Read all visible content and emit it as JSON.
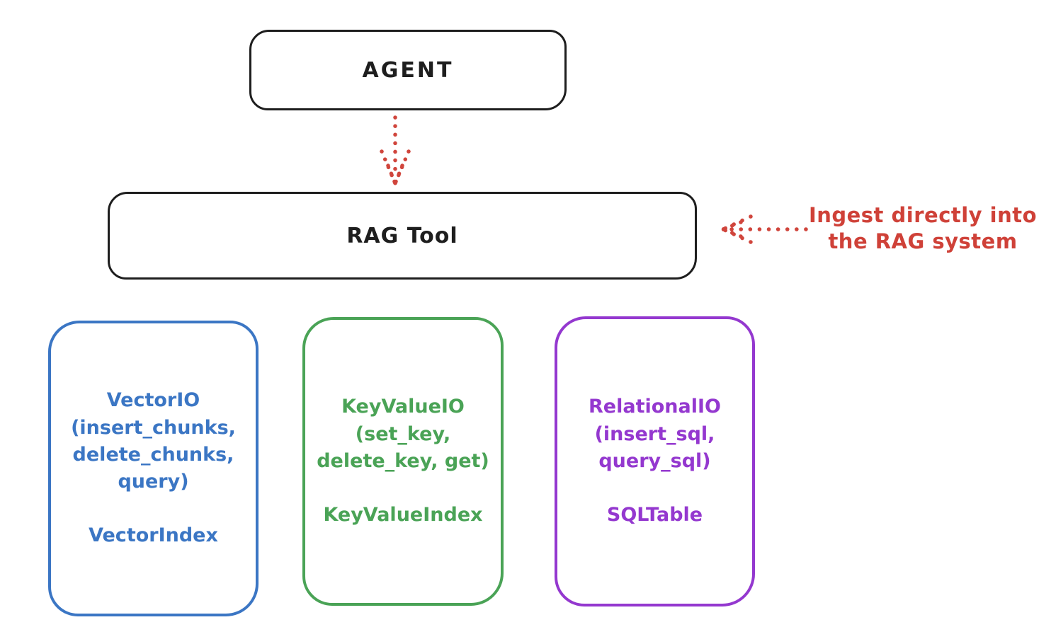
{
  "diagram": {
    "agent_box": {
      "label": "AGENT"
    },
    "rag_tool_box": {
      "label": "RAG Tool"
    },
    "annotation": {
      "line1": "Ingest directly into",
      "line2": "the RAG system",
      "color": "#cf4138"
    },
    "io_boxes": {
      "vector": {
        "color": "#3b76c4",
        "lines": [
          "VectorIO",
          "(insert_chunks,",
          "delete_chunks,",
          "query)"
        ],
        "index_label": "VectorIndex"
      },
      "keyvalue": {
        "color": "#4aa356",
        "lines": [
          "KeyValueIO",
          "(set_key,",
          "delete_key, get)"
        ],
        "index_label": "KeyValueIndex"
      },
      "relational": {
        "color": "#9438cf",
        "lines": [
          "RelationalIO",
          "(insert_sql,",
          "query_sql)"
        ],
        "index_label": "SQLTable"
      }
    },
    "colors": {
      "ink": "#1e1e1e",
      "red": "#cf4138"
    }
  }
}
